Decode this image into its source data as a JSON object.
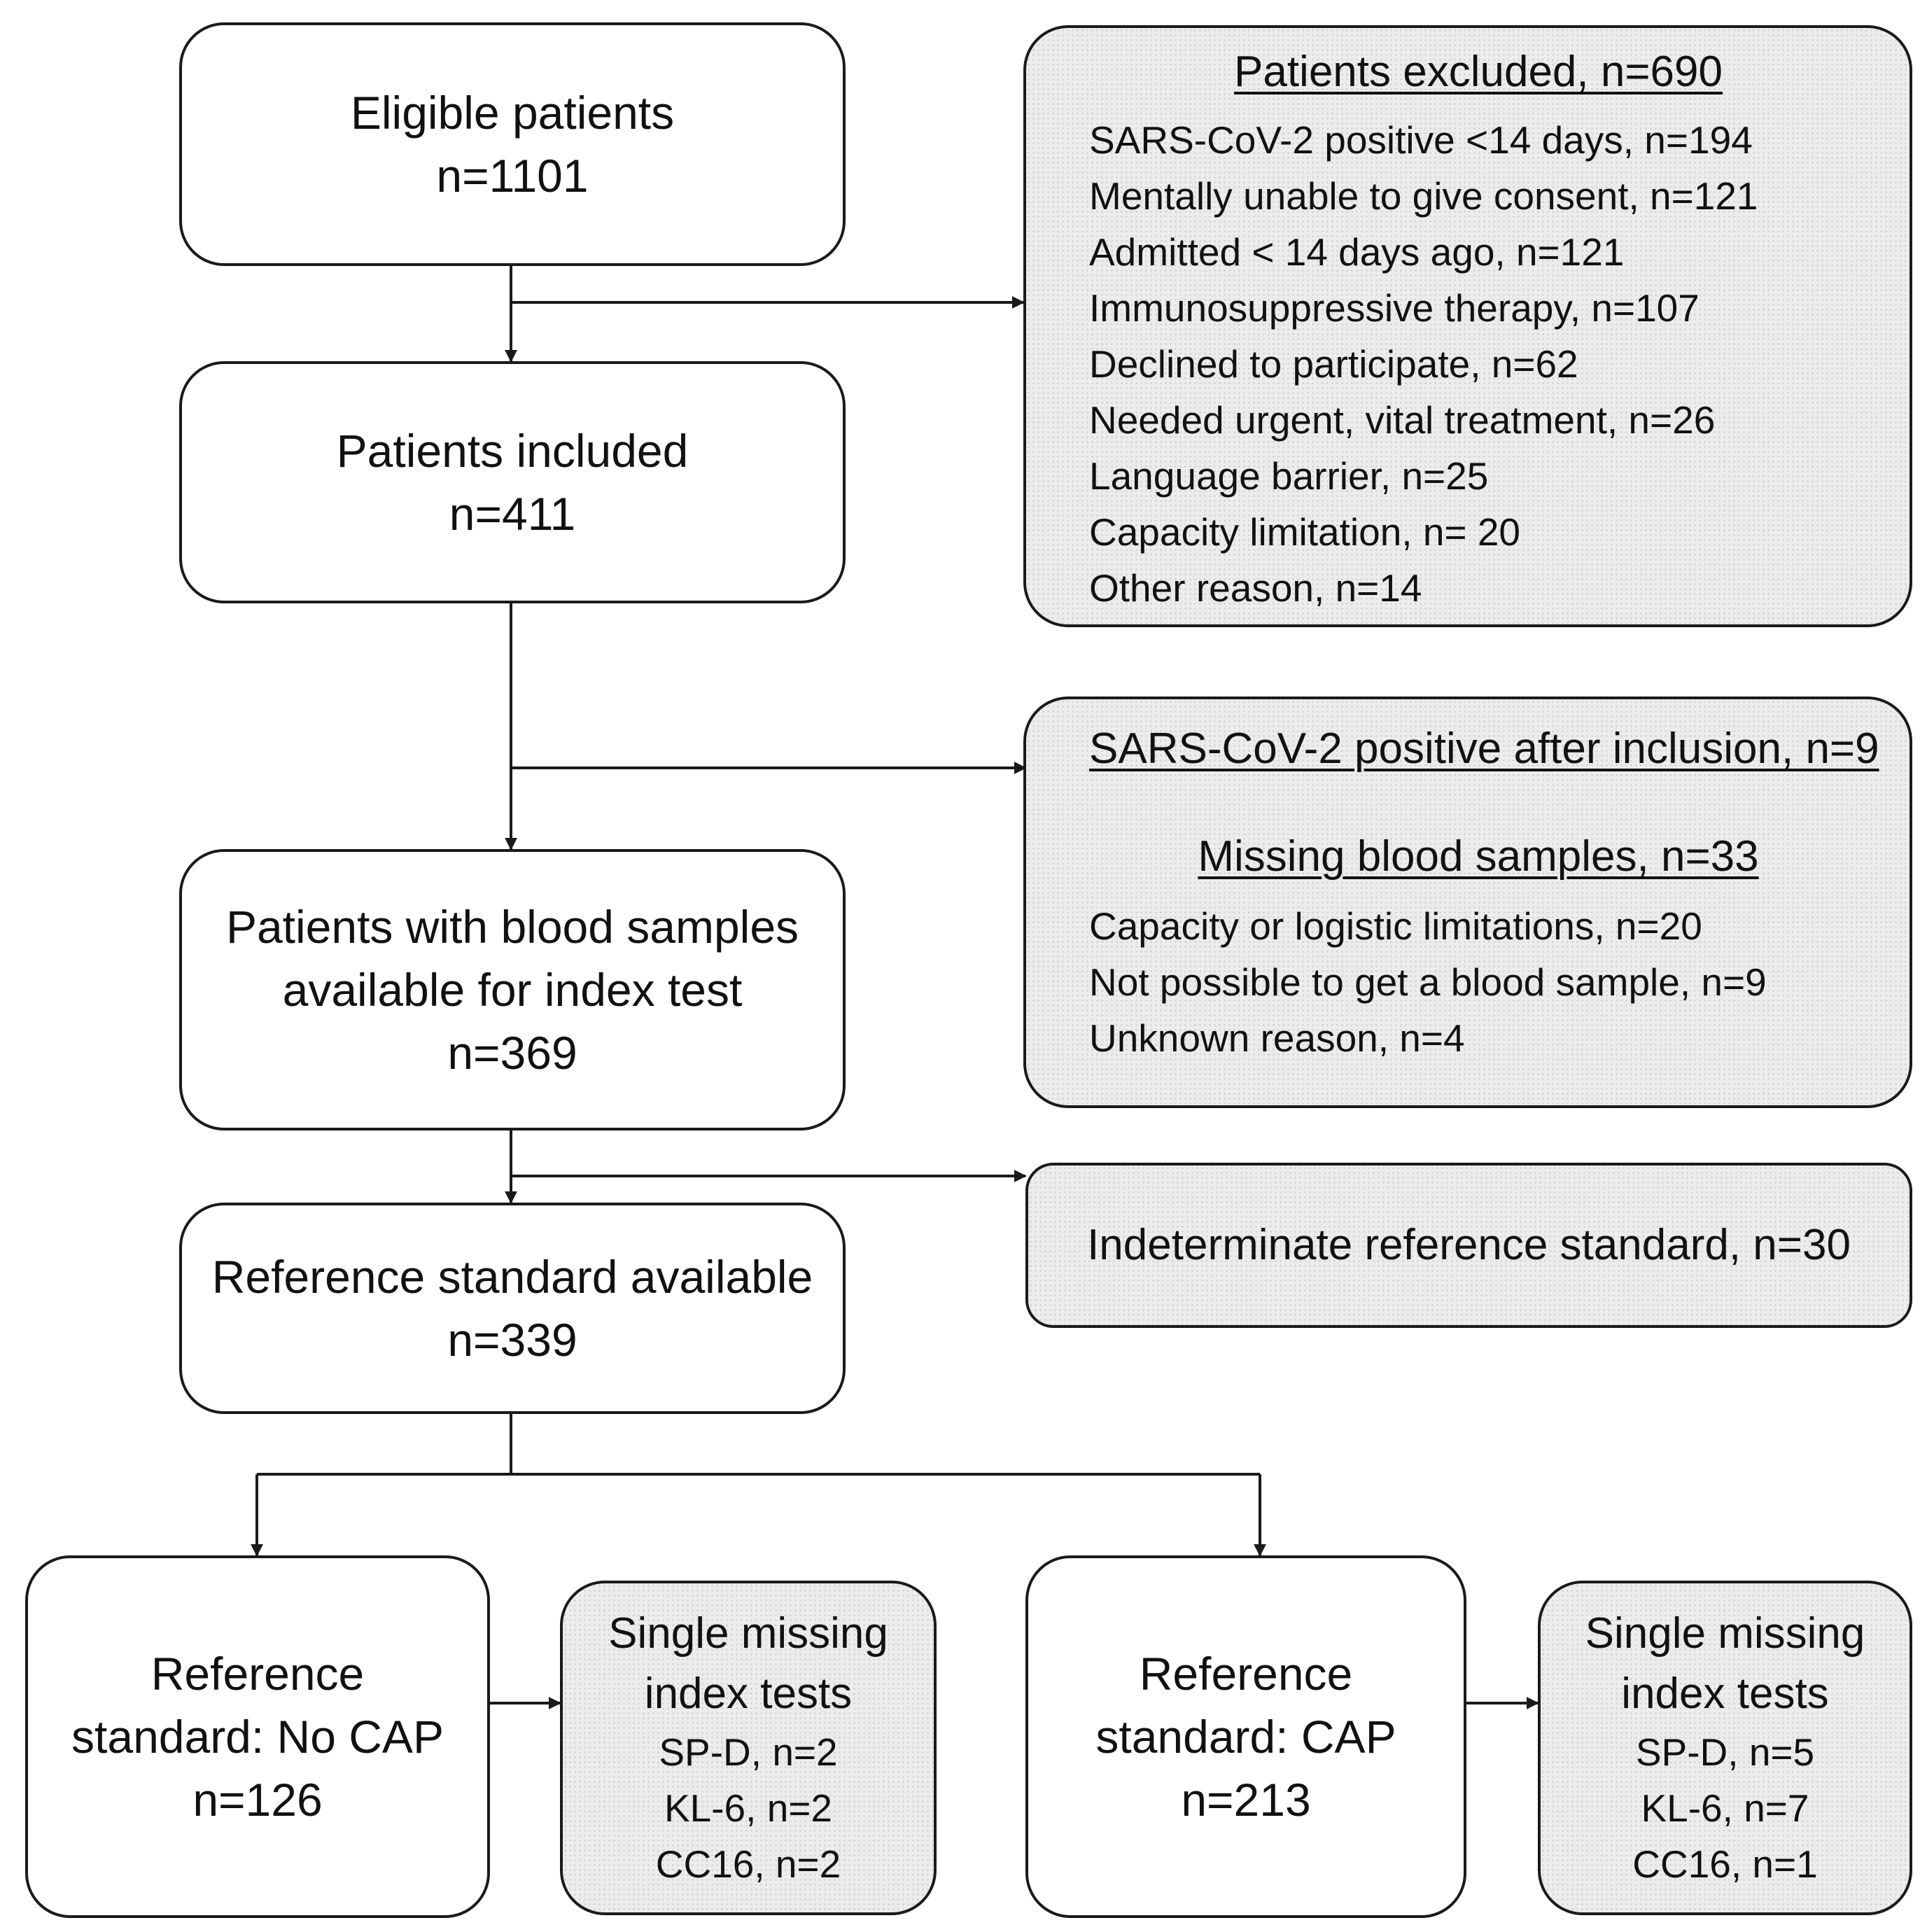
{
  "flow": {
    "eligible": {
      "label": "Eligible patients",
      "count": "n=1101"
    },
    "included": {
      "label": "Patients included",
      "count": "n=411"
    },
    "blood": {
      "line1": "Patients with blood samples",
      "line2": "available for index test",
      "count": "n=369"
    },
    "reference": {
      "label": "Reference standard  available",
      "count": "n=339"
    },
    "no_cap": {
      "line1": "Reference",
      "line2": "standard:  No CAP",
      "count": "n=126"
    },
    "cap": {
      "line1": "Reference",
      "line2": "standard:  CAP",
      "count": "n=213"
    }
  },
  "excluded": {
    "title": "Patients excluded, n=690",
    "items": [
      "SARS-CoV-2 positive  <14  days,  n=194",
      "Mentally  unable to give consent,  n=121",
      "Admitted   < 14 days ago, n=121",
      "Immunosuppressive  therapy,  n=107",
      "Declined to participate,  n=62",
      "Needed urgent, vital  treatment,   n=26",
      "Language barrier, n=25",
      "Capacity  limitation,    n= 20",
      "Other  reason, n=14"
    ]
  },
  "after_inclusion": {
    "sars_title": "SARS-CoV-2 positive after inclusion, n=9",
    "missing_title": "Missing blood samples, n=33",
    "items": [
      "Capacity or logistic  limitations,    n=20",
      "Not possible to get a blood sample,  n=9",
      "Unknown reason, n=4"
    ]
  },
  "indeterminate": {
    "label": "Indeterminate reference standard, n=30"
  },
  "missing_no_cap": {
    "line1": "Single missing",
    "line2": "index tests",
    "items": [
      "SP-D, n=2",
      "KL-6, n=2",
      "CC16, n=2"
    ]
  },
  "missing_cap": {
    "line1": "Single missing",
    "line2": "index tests",
    "items": [
      "SP-D, n=5",
      "KL-6, n=7",
      "CC16, n=1"
    ]
  }
}
